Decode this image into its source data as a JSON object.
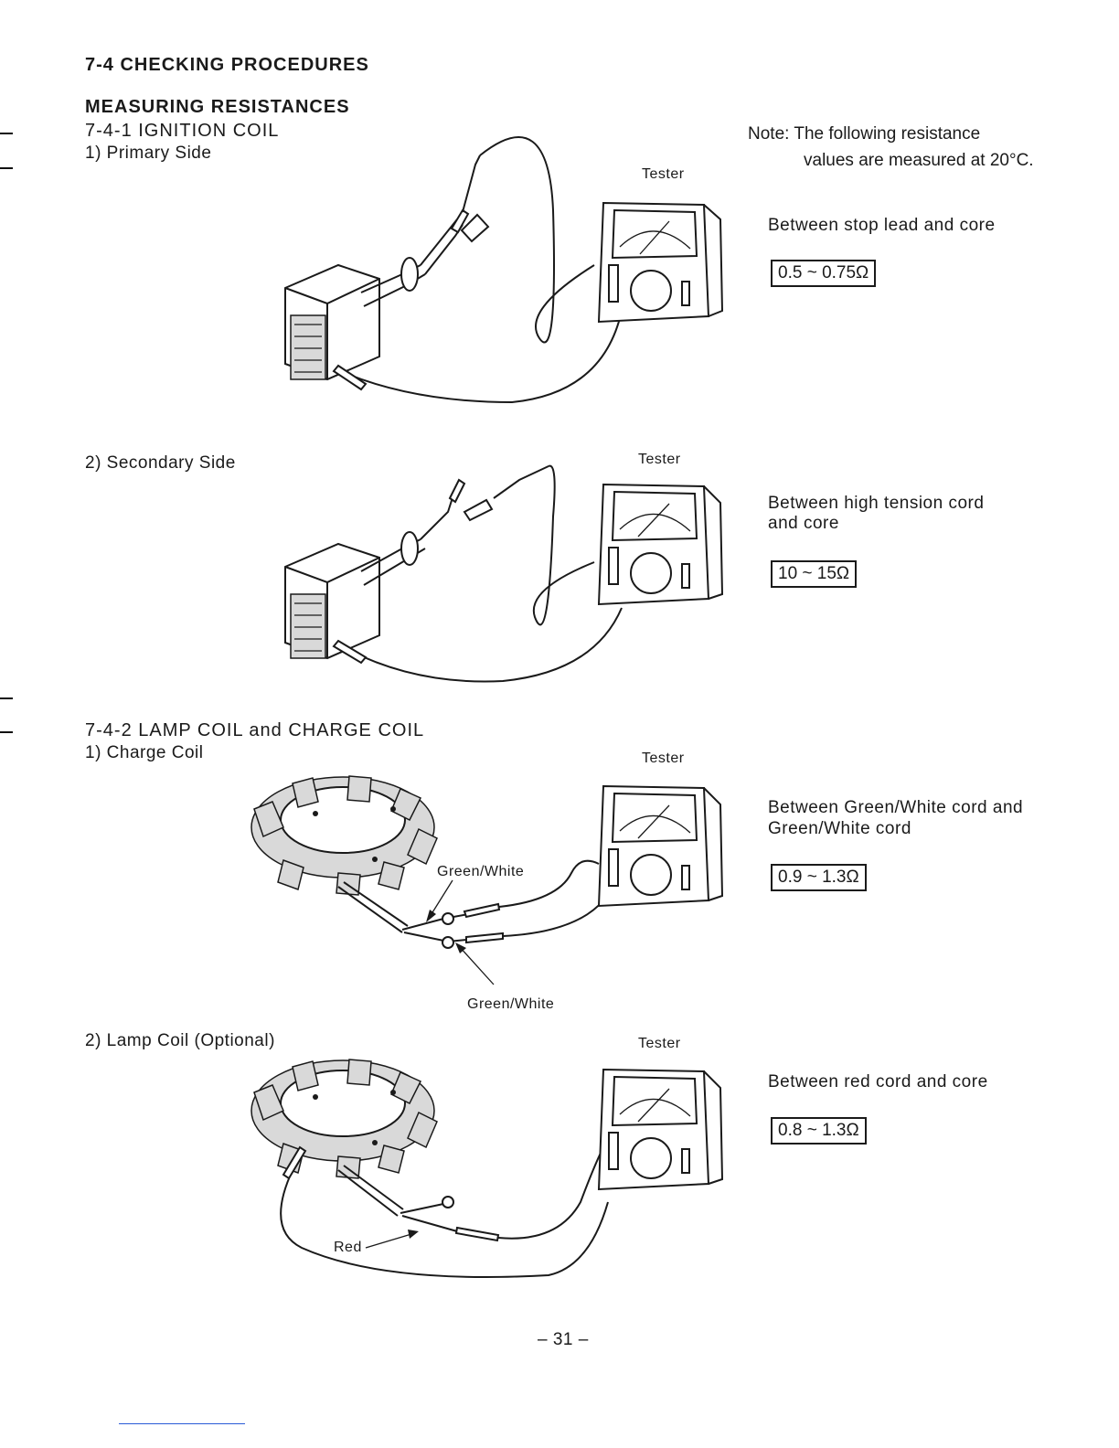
{
  "section_title": "7-4 CHECKING PROCEDURES",
  "heading": "MEASURING RESISTANCES",
  "note": {
    "line1": "Note: The following resistance",
    "line2": "values are measured at 20°C."
  },
  "ignition": {
    "title": "7-4-1  IGNITION COIL",
    "primary": {
      "label": "1)  Primary Side",
      "tester_label": "Tester",
      "between": "Between stop lead and core",
      "value": "0.5 ~ 0.75Ω"
    },
    "secondary": {
      "label": "2)  Secondary Side",
      "tester_label": "Tester",
      "between_line1": "Between high tension cord",
      "between_line2": "and core",
      "value": "10 ~ 15Ω"
    }
  },
  "lamp_charge": {
    "title": "7-4-2  LAMP COIL and CHARGE COIL",
    "charge": {
      "label": "1)  Charge Coil",
      "tester_label": "Tester",
      "callout_top": "Green/White",
      "callout_bottom": "Green/White",
      "between_line1": "Between Green/White cord and",
      "between_line2": "Green/White cord",
      "value": "0.9 ~ 1.3Ω"
    },
    "lamp": {
      "label": "2)  Lamp Coil (Optional)",
      "tester_label": "Tester",
      "callout": "Red",
      "between": "Between red cord and core",
      "value": "0.8 ~ 1.3Ω"
    }
  },
  "page_number": "– 31 –",
  "icons": {
    "ignition_coil": "ignition-coil-icon",
    "stator": "stator-plate-icon",
    "multimeter": "multimeter-icon"
  }
}
